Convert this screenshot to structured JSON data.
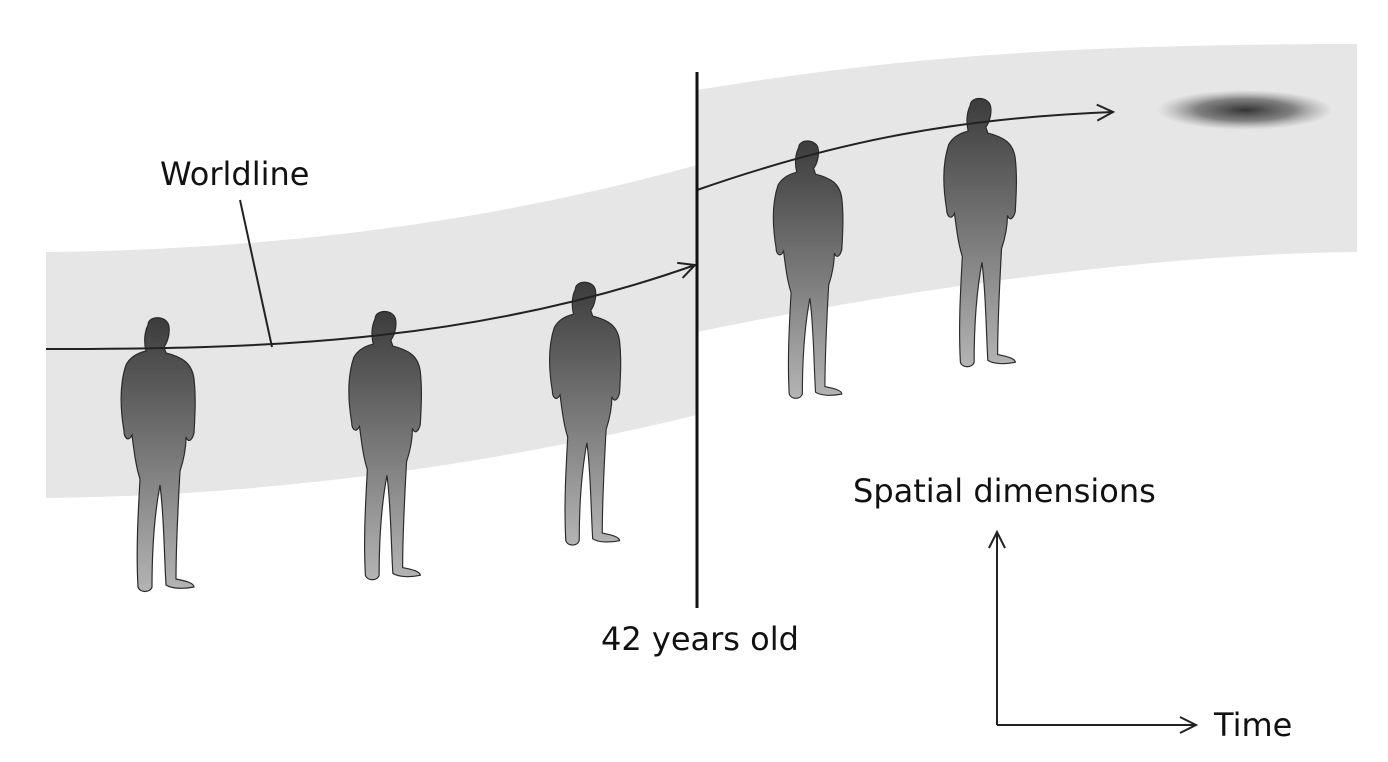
{
  "labels": {
    "worldline": "Worldline",
    "age_marker": "42 years old",
    "vertical_axis": "Spatial dimensions",
    "horizontal_axis": "Time"
  },
  "colors": {
    "band": "#e6e6e6",
    "line": "#222222",
    "figure_dark": "#3c3c3c",
    "figure_light": "#b4b4b4",
    "blur_spot": "#333333"
  },
  "icons": {
    "figure": "person-silhouette-icon",
    "future_spot": "blurred-ellipse-icon"
  }
}
